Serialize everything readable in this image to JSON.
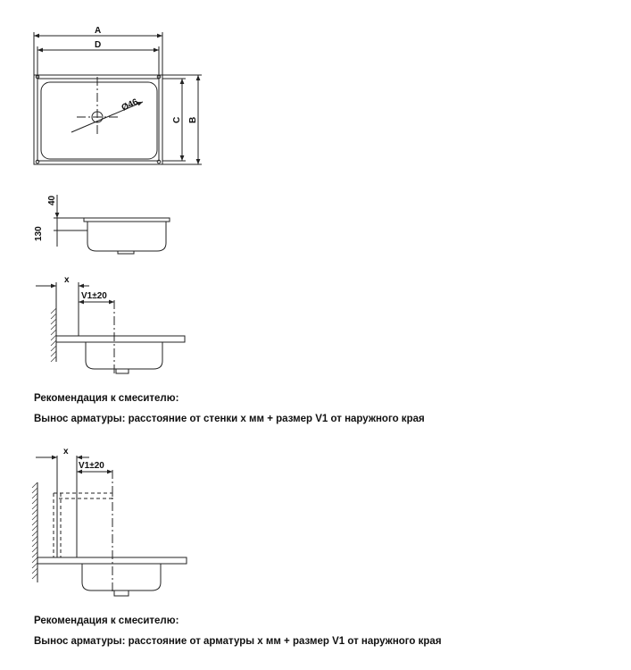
{
  "top_view": {
    "dim_a": "A",
    "dim_d": "D",
    "dim_b": "B",
    "dim_c": "C",
    "dim_hole": "Ø46"
  },
  "side_view": {
    "dim_40": "40",
    "dim_130": "130"
  },
  "mount1": {
    "dim_x": "x",
    "dim_v1": "V1±20",
    "caption_title": "Рекомендация к смесителю:",
    "caption_text": "Вынос арматуры: расстояние от стенки x мм + размер V1 от наружного края"
  },
  "mount2": {
    "dim_x": "x",
    "dim_v1": "V1±20",
    "caption_title": "Рекомендация к смесителю:",
    "caption_text": "Вынос арматуры: расстояние от арматуры x мм + размер V1 от наружного края"
  },
  "colors": {
    "line": "#222222",
    "hatch": "#444444"
  }
}
